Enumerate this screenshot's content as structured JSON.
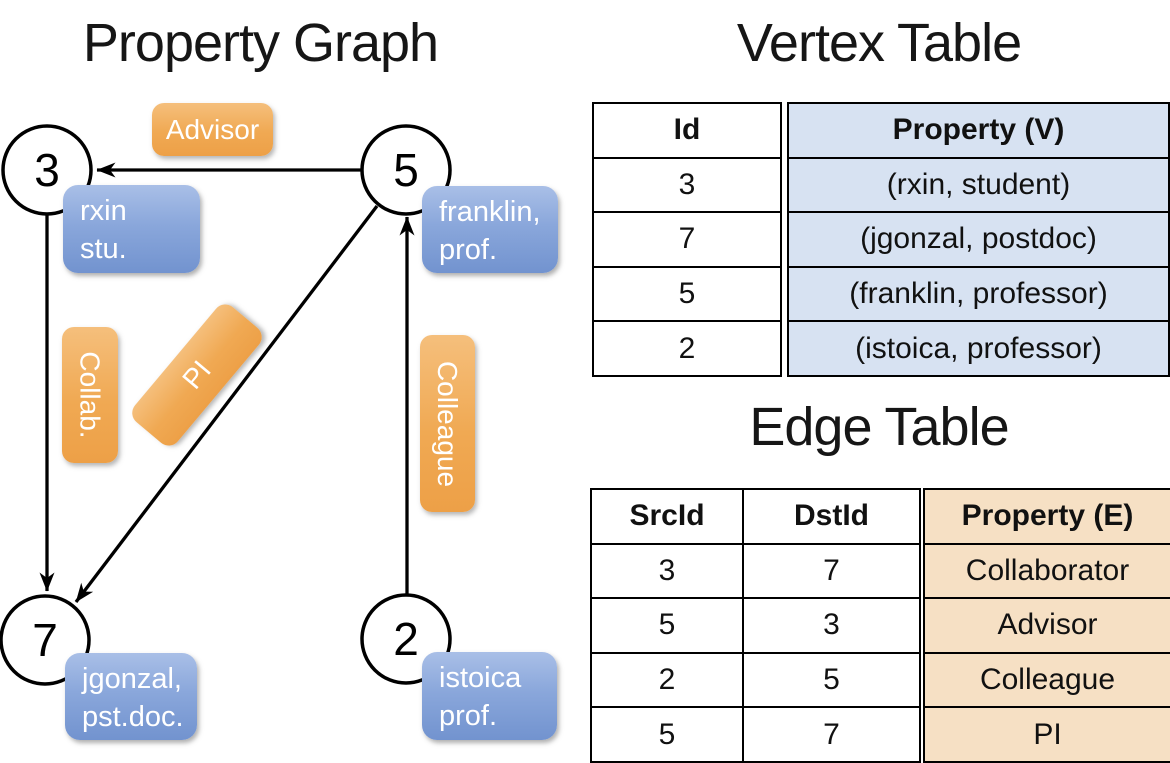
{
  "titles": {
    "graph": "Property Graph",
    "vertex": "Vertex Table",
    "edge": "Edge Table"
  },
  "graph": {
    "nodes": [
      {
        "id": "3",
        "label_line1": "rxin",
        "label_line2": "stu."
      },
      {
        "id": "5",
        "label_line1": "franklin,",
        "label_line2": "prof."
      },
      {
        "id": "7",
        "label_line1": "jgonzal,",
        "label_line2": "pst.doc."
      },
      {
        "id": "2",
        "label_line1": "istoica",
        "label_line2": "prof."
      }
    ],
    "edge_labels": {
      "advisor": "Advisor",
      "collab": "Collab.",
      "pi": "PI",
      "colleague": "Colleague"
    }
  },
  "vertex_table": {
    "headers": {
      "id": "Id",
      "property": "Property (V)"
    },
    "rows": [
      {
        "id": "3",
        "property": "(rxin, student)"
      },
      {
        "id": "7",
        "property": "(jgonzal, postdoc)"
      },
      {
        "id": "5",
        "property": "(franklin, professor)"
      },
      {
        "id": "2",
        "property": "(istoica, professor)"
      }
    ]
  },
  "edge_table": {
    "headers": {
      "src": "SrcId",
      "dst": "DstId",
      "property": "Property (E)"
    },
    "rows": [
      {
        "src": "3",
        "dst": "7",
        "property": "Collaborator"
      },
      {
        "src": "5",
        "dst": "3",
        "property": "Advisor"
      },
      {
        "src": "2",
        "dst": "5",
        "property": "Colleague"
      },
      {
        "src": "5",
        "dst": "7",
        "property": "PI"
      }
    ]
  },
  "colors": {
    "node_label_blue": "#7293cf",
    "edge_label_orange": "#eda047",
    "vertex_property_fill": "#d7e2f2",
    "edge_property_fill": "#f6e0c4"
  }
}
